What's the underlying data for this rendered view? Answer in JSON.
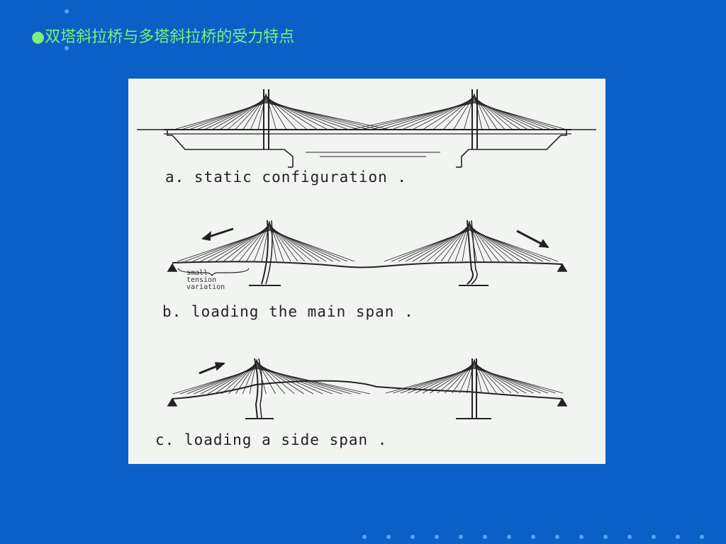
{
  "slide": {
    "title": "●双塔斜拉桥与多塔斜拉桥的受力特点"
  },
  "figure": {
    "caption_a": "a. static configuration .",
    "caption_b": "b. loading the main span .",
    "caption_c": "c. loading a side span .",
    "annotation": [
      "small",
      "tension",
      "variation"
    ]
  },
  "colors": {
    "background": "#0b60c8",
    "title": "#7cf07a",
    "figure_bg": "#f2f4f2",
    "ink": "#222222"
  }
}
